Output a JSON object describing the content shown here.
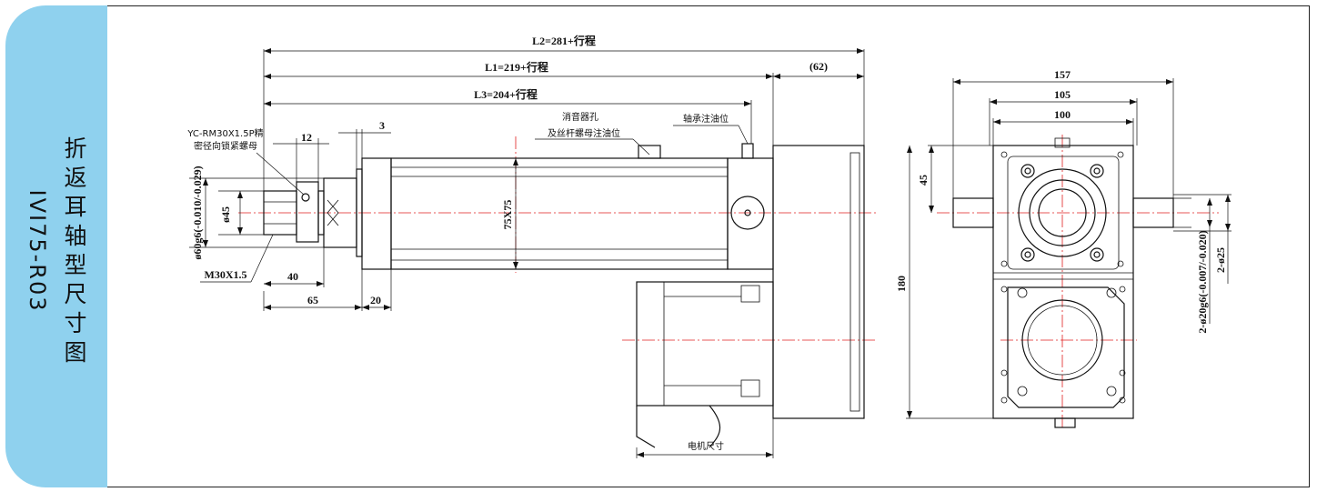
{
  "sidebar": {
    "title_chars": [
      "折",
      "返",
      "耳",
      "轴",
      "型",
      "尺",
      "寸",
      "图"
    ],
    "model": "IVI75-R03",
    "color": "#8fd1ee"
  },
  "dims": {
    "L2": "L2=281+行程",
    "L1": "L1=219+行程",
    "L3": "L3=204+行程",
    "d62": "(62)",
    "d3": "3",
    "d12": "12",
    "nut1": "YC-RM30X1.5P精",
    "nut2": "密径向锁紧螺母",
    "phi60": "ø60g6(-0.010/-0.029)",
    "phi45": "ø45",
    "m30": "M30X1.5",
    "d40": "40",
    "d65": "65",
    "d20": "20",
    "tube": "75X75",
    "muffler1": "消音器孔",
    "muffler2": "及丝杆螺母注油位",
    "bearing": "轴承注油位",
    "motor_size": "电机尺寸",
    "d157": "157",
    "d105": "105",
    "d100": "100",
    "d45": "45",
    "d180": "180",
    "phi20": "2-ø20g6(-0.007/-0.020)",
    "phi25": "2-ø25"
  }
}
